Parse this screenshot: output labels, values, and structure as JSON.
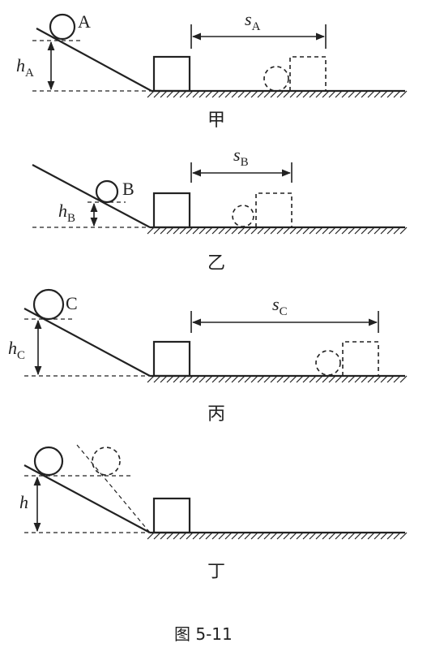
{
  "panels": [
    {
      "ball_label": "A",
      "h_label": "h",
      "h_sub": "A",
      "s_label": "s",
      "s_sub": "A",
      "caption": "甲"
    },
    {
      "ball_label": "B",
      "h_label": "h",
      "h_sub": "B",
      "s_label": "s",
      "s_sub": "B",
      "caption": "乙"
    },
    {
      "ball_label": "C",
      "h_label": "h",
      "h_sub": "C",
      "s_label": "s",
      "s_sub": "C",
      "caption": "丙"
    },
    {
      "h_label": "h",
      "caption": "丁"
    }
  ],
  "figure_caption": "图 5-11"
}
